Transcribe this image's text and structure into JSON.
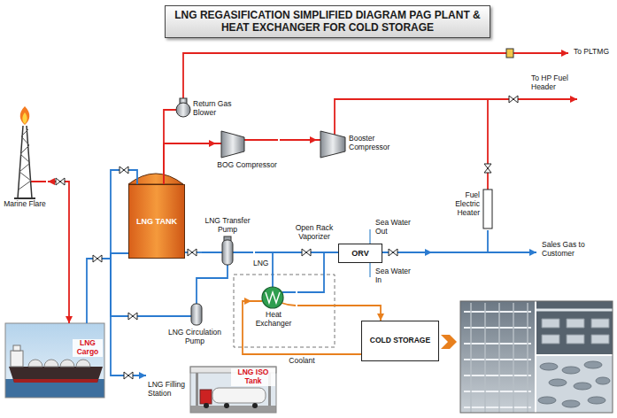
{
  "diagram": {
    "title": "LNG REGASIFICATION SIMPLIFIED DIAGRAM PAG PLANT & HEAT EXCHANGER FOR COLD STORAGE",
    "nodes": [
      {
        "text": [
          "Marine Flare"
        ]
      },
      {
        "text": [
          "Return Gas Blower"
        ]
      },
      {
        "text": [
          "BOG Compressor"
        ]
      },
      {
        "text": [
          "Booster Compressor"
        ]
      },
      {
        "text": [
          "LNG TANK"
        ]
      },
      {
        "text": [
          "LNG Transfer Pump"
        ]
      },
      {
        "text": [
          "ORV"
        ]
      },
      {
        "text": [
          "Fuel Electric Heater"
        ]
      },
      {
        "text": [
          "LNG Circulation Pump"
        ]
      },
      {
        "text": [
          "Heat Exchanger"
        ]
      },
      {
        "text": [
          "COLD STORAGE"
        ]
      },
      {
        "text": [
          "LNG Cargo"
        ]
      },
      {
        "text": [
          "LNG Filling Station",
          "LNG ISO Tank"
        ]
      }
    ],
    "edges": [
      {
        "from": 11,
        "to": 0,
        "arrow": "both"
      },
      {
        "from": 11,
        "to": 4,
        "arrow": "none"
      },
      {
        "from": 4,
        "to": 1,
        "arrow": "none"
      },
      {
        "from": 4,
        "to": 2,
        "arrow": "to"
      },
      {
        "from": 2,
        "to": 3,
        "arrow": "to"
      },
      {
        "from": 4,
        "to": 5,
        "arrow": "none"
      },
      {
        "from": 5,
        "to": 6,
        "arrow": "none"
      },
      {
        "from": 5,
        "to": 9,
        "arrow": "none"
      },
      {
        "from": 9,
        "to": 6,
        "arrow": "none"
      },
      {
        "from": 6,
        "to": 7,
        "arrow": "none"
      },
      {
        "from": 4,
        "to": 8,
        "arrow": "none"
      },
      {
        "from": 8,
        "to": 5,
        "arrow": "none"
      },
      {
        "from": 4,
        "to": 12,
        "arrow": "to"
      },
      {
        "from": 9,
        "to": 10,
        "arrow": "to"
      },
      {
        "from": 10,
        "to": 9,
        "label": "Coolant",
        "arrow": "to"
      }
    ],
    "labels": [
      "To PLTMG",
      "To HP Fuel Header",
      "Open Rack Vaporizer",
      "Sea Water Out",
      "Sales Gas to Customer",
      "LNG",
      "Sea Water In"
    ]
  }
}
